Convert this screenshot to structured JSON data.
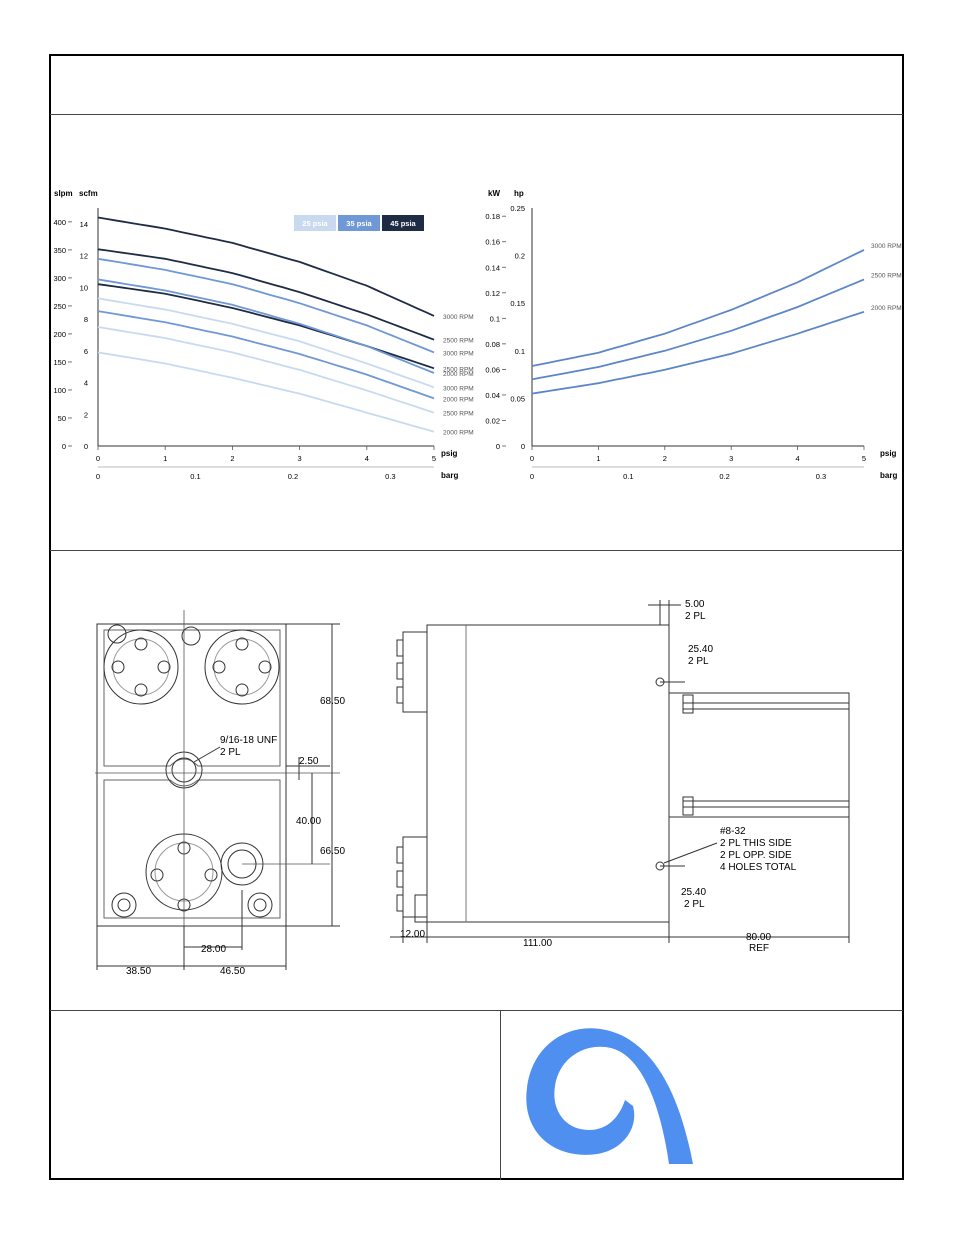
{
  "flow_chart": {
    "unit_left": "slpm",
    "unit_right": "scfm",
    "slpm_ticks": [
      "400",
      "350",
      "300",
      "250",
      "200",
      "150",
      "100",
      "50",
      "0"
    ],
    "scfm_ticks": [
      "14",
      "12",
      "10",
      "8",
      "6",
      "4",
      "2",
      "0"
    ],
    "psig_ticks": [
      "0",
      "1",
      "2",
      "3",
      "4",
      "5"
    ],
    "barg_ticks": [
      "0",
      "0.1",
      "0.2",
      "0.3"
    ],
    "xlabel_psig": "psig",
    "xlabel_barg": "barg",
    "legend": [
      "25 psia",
      "35 psia",
      "45 psia"
    ],
    "legend_colors": [
      "#c9daf0",
      "#6f98d6",
      "#1f2c45"
    ],
    "curve_labels": [
      "3000 RPM",
      "2500 RPM",
      "3000 RPM",
      "2500 RPM",
      "2000 RPM",
      "3000 RPM",
      "2000 RPM",
      "2500 RPM",
      "2000 RPM"
    ]
  },
  "power_chart": {
    "unit_left": "kW",
    "unit_right": "hp",
    "kw_ticks": [
      "0.18",
      "0.16",
      "0.14",
      "0.12",
      "0.1",
      "0.08",
      "0.06",
      "0.04",
      "0.02",
      "0"
    ],
    "hp_ticks": [
      "0.25",
      "0.2",
      "0.15",
      "0.1",
      "0.05",
      "0"
    ],
    "psig_ticks": [
      "0",
      "1",
      "2",
      "3",
      "4",
      "5"
    ],
    "barg_ticks": [
      "0",
      "0.1",
      "0.2",
      "0.3"
    ],
    "xlabel_psig": "psig",
    "xlabel_barg": "barg",
    "curve_labels": [
      "3000 RPM",
      "2500 RPM",
      "2000 RPM"
    ],
    "curve_color": "#5b86c8"
  },
  "chart_data": [
    {
      "type": "line",
      "x_unit": "psig",
      "y_unit": "scfm",
      "x": [
        0,
        1,
        2,
        3,
        4,
        5
      ],
      "xlim": [
        0,
        5
      ],
      "ylim": [
        0,
        15
      ],
      "series": [
        {
          "name": "45 psia 3000 RPM",
          "values": [
            14.4,
            13.7,
            12.8,
            11.6,
            10.1,
            8.2
          ]
        },
        {
          "name": "45 psia 2500 RPM",
          "values": [
            12.4,
            11.8,
            10.9,
            9.7,
            8.3,
            6.7
          ]
        },
        {
          "name": "35 psia 3000 RPM",
          "values": [
            11.8,
            11.1,
            10.2,
            9.0,
            7.6,
            5.9
          ]
        },
        {
          "name": "45 psia 2000 RPM",
          "values": [
            10.2,
            9.6,
            8.7,
            7.6,
            6.3,
            4.9
          ]
        },
        {
          "name": "35 psia 2500 RPM",
          "values": [
            10.5,
            9.8,
            8.9,
            7.7,
            6.3,
            4.6
          ]
        },
        {
          "name": "25 psia 3000 RPM",
          "values": [
            9.3,
            8.6,
            7.7,
            6.6,
            5.2,
            3.7
          ]
        },
        {
          "name": "35 psia 2000 RPM",
          "values": [
            8.5,
            7.8,
            6.9,
            5.8,
            4.5,
            3.0
          ]
        },
        {
          "name": "25 psia 2500 RPM",
          "values": [
            7.5,
            6.8,
            5.9,
            4.8,
            3.5,
            2.1
          ]
        },
        {
          "name": "25 psia 2000 RPM",
          "values": [
            5.9,
            5.2,
            4.3,
            3.3,
            2.1,
            0.9
          ]
        }
      ]
    },
    {
      "type": "line",
      "x_unit": "psig",
      "y_unit": "hp",
      "x": [
        0,
        1,
        2,
        3,
        4,
        5
      ],
      "xlim": [
        0,
        5
      ],
      "ylim": [
        0,
        0.25
      ],
      "series": [
        {
          "name": "3000 RPM",
          "values": [
            0.084,
            0.098,
            0.118,
            0.143,
            0.172,
            0.206
          ]
        },
        {
          "name": "2500 RPM",
          "values": [
            0.07,
            0.083,
            0.1,
            0.121,
            0.146,
            0.175
          ]
        },
        {
          "name": "2000 RPM",
          "values": [
            0.055,
            0.066,
            0.08,
            0.097,
            0.118,
            0.141
          ]
        }
      ]
    }
  ],
  "drawing_front": {
    "port_label_1": "9/16-18 UNF",
    "port_label_2": "2 PL",
    "dim_68_50": "68.50",
    "dim_2_50": "2.50",
    "dim_40_00": "40.00",
    "dim_66_50": "66.50",
    "dim_28_00": "28.00",
    "dim_38_50": "38.50",
    "dim_46_50": "46.50"
  },
  "drawing_side": {
    "dim_5_00": "5.00",
    "dim_5_00_note": "2 PL",
    "dim_25_40_top": "25.40",
    "dim_25_40_top_note": "2 PL",
    "hole_label_1": "#8-32",
    "hole_label_2": "2 PL THIS SIDE",
    "hole_label_3": "2 PL OPP. SIDE",
    "hole_label_4": "4 HOLES TOTAL",
    "dim_25_40_bottom": "25.40",
    "dim_25_40_bottom_note": "2 PL",
    "dim_12_00": "12.00",
    "dim_111_00": "111.00",
    "dim_80_00": "80.00",
    "dim_80_00_note": "REF"
  },
  "logo": {
    "color": "#4f8ff0"
  }
}
